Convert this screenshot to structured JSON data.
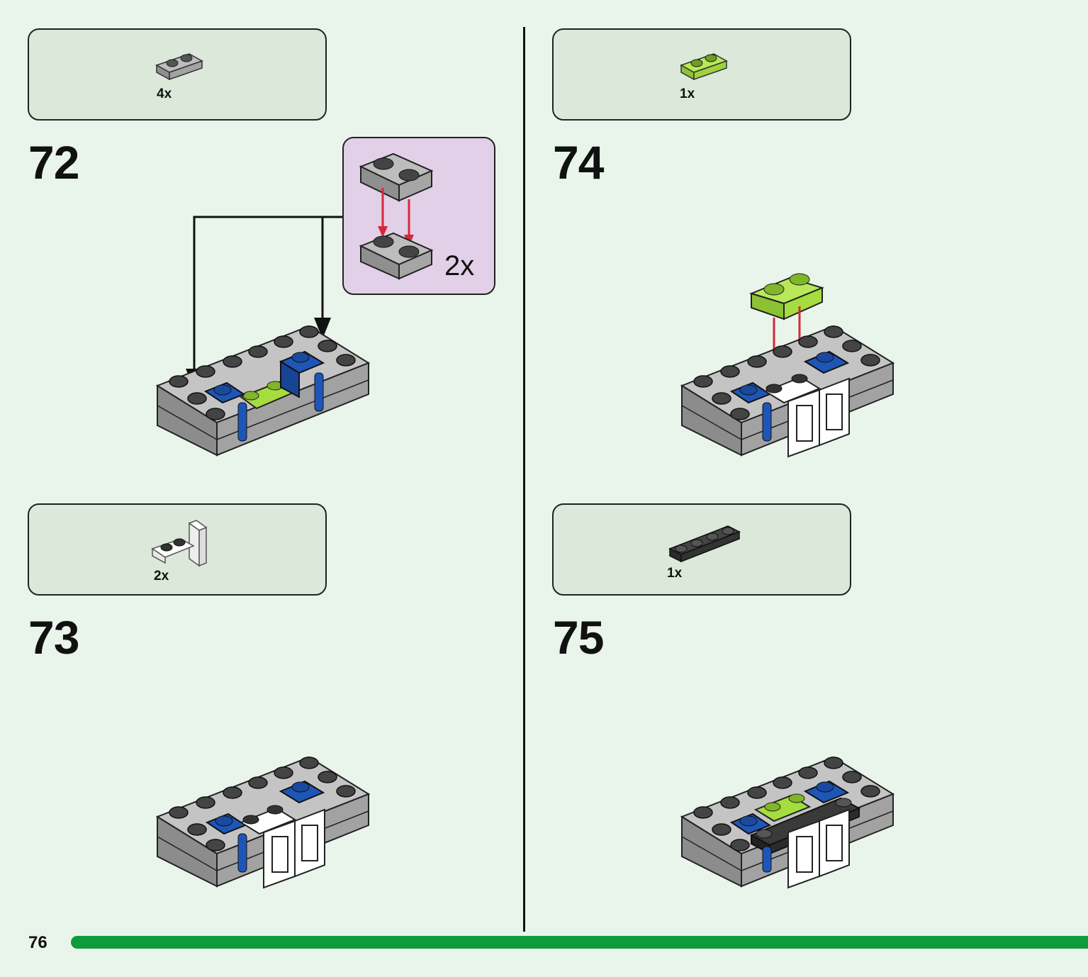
{
  "page_number": "76",
  "colors": {
    "background": "#e9f5ea",
    "part_box": "#dbe8da",
    "callout": "#e2cfe8",
    "progress_bar": "#0f9a3c",
    "brick_gray": "#a9a9a9",
    "brick_blue": "#1e56b8",
    "brick_lime": "#a6dd3e",
    "brick_white": "#ffffff",
    "brick_black": "#333333",
    "arrow_red": "#d6283a"
  },
  "steps": [
    {
      "number": "72",
      "part_qty": "4x",
      "part": "gray-plate-1x2-icon"
    },
    {
      "number": "73",
      "part_qty": "2x",
      "part": "white-bracket-icon"
    },
    {
      "number": "74",
      "part_qty": "1x",
      "part": "lime-plate-1x2-icon"
    },
    {
      "number": "75",
      "part_qty": "1x",
      "part": "black-plate-1x4-icon"
    }
  ],
  "callout": {
    "qty": "2x"
  }
}
